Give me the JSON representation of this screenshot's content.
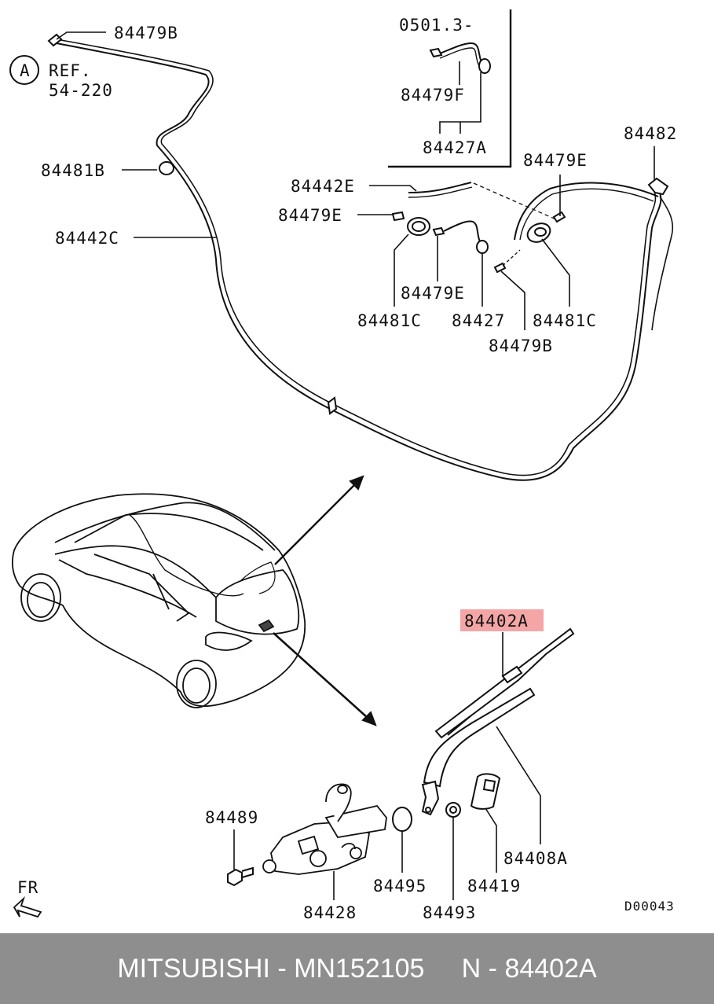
{
  "labels": {
    "p84479B_top": "84479B",
    "ref_circle": "A",
    "ref_line1": "REF.",
    "ref_line2": "54-220",
    "date_code": "0501.3-",
    "p84479F": "84479F",
    "p84427A": "84427A",
    "p84482": "84482",
    "p84481B": "84481B",
    "p84442E": "84442E",
    "p84479E_top": "84479E",
    "p84479E_left": "84479E",
    "p84442C": "84442C",
    "p84479E_mid": "84479E",
    "p84481C_left": "84481C",
    "p84427": "84427",
    "p84481C_right": "84481C",
    "p84479B_mid": "84479B",
    "p84402A": "84402A",
    "p84489": "84489",
    "p84408A": "84408A",
    "p84495": "84495",
    "p84419": "84419",
    "p84428": "84428",
    "p84493": "84493",
    "fr": "FR",
    "diagram_code": "D00043"
  },
  "highlight_color": "#f4a6a6",
  "footer": {
    "text": "MITSUBISHI - MN152105     N - 84402A"
  }
}
